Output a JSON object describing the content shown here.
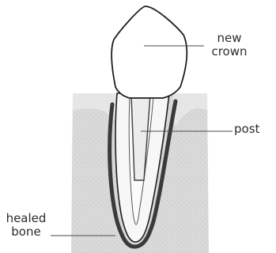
{
  "labels": {
    "crown": {
      "line1": "new",
      "line2": "crown"
    },
    "post": "post",
    "bone": {
      "line1": "healed",
      "line2": "bone"
    }
  },
  "colors": {
    "outline": "#1e1e1e",
    "bone": "#d6d6d6",
    "gum": "#c8c8c8",
    "root_canal_fill": "#4a4a4a",
    "tooth": "#ffffff",
    "post": "#f2f2f2",
    "leader_line": "#4a4a4a"
  }
}
